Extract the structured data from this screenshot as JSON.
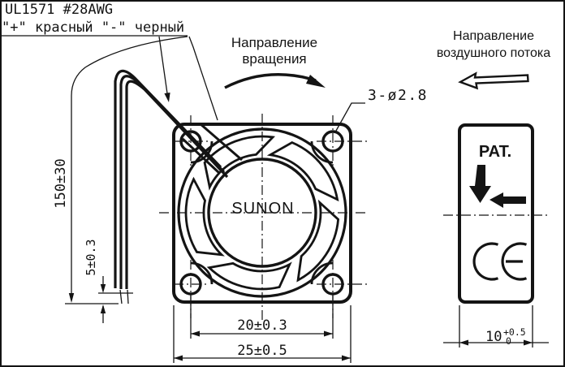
{
  "colors": {
    "ink": "#141414",
    "paper": "#ffffff"
  },
  "notes": {
    "wire_spec": "UL1571 #28AWG",
    "wire_polarity": "\"+\" красный \"-\" черный"
  },
  "labels": {
    "rotation_line1": "Направление",
    "rotation_line2": "вращения",
    "airflow_line1": "Направление",
    "airflow_line2": "воздушного потока",
    "hub_brand": "SUNON",
    "patent": "PAT.",
    "ce_mark": "CE"
  },
  "dimensions": {
    "mounting_holes": "3-ø2.8",
    "lead_length": "150±30",
    "strip_length": "5±0.3",
    "hole_pitch": "20±0.3",
    "frame_width": "25±0.5",
    "frame_depth": "10",
    "frame_depth_tol_upper": "+0.5",
    "frame_depth_tol_lower": "0"
  }
}
